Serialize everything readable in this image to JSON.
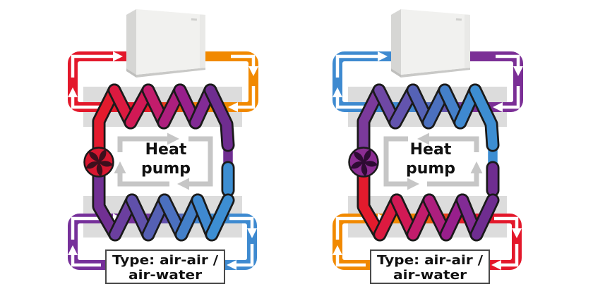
{
  "panels": [
    {
      "id": "heating-mode",
      "heat_pump_label": [
        "Heat",
        "pump"
      ],
      "type_label": [
        "Type: air-air /",
        "air-water"
      ],
      "cycle_direction": "clockwise",
      "colors": {
        "top_loop": [
          "#e3182b",
          "#f18900"
        ],
        "bottom_loop": [
          "#76309a",
          "#3e8ad0"
        ],
        "top_coil": [
          "#e31b2d",
          "#dc1a40",
          "#d11955",
          "#c21c6c",
          "#ad1f7e",
          "#981f8c",
          "#822b95",
          "#6f2d90"
        ],
        "bottom_coil": [
          "#713093",
          "#6b3f9f",
          "#6050aa",
          "#5560b4",
          "#4b70bf",
          "#4480c9",
          "#3f89d0",
          "#3d8ed2"
        ],
        "compressor": "#d81730",
        "compressor_blades": "#3d0f1c"
      }
    },
    {
      "id": "cooling-mode",
      "heat_pump_label": [
        "Heat",
        "pump"
      ],
      "type_label": [
        "Type: air-air /",
        "air-water"
      ],
      "cycle_direction": "counterclockwise",
      "colors": {
        "top_loop": [
          "#3e8ad0",
          "#7b2f96"
        ],
        "bottom_loop": [
          "#f18900",
          "#e3182b"
        ],
        "top_coil": [
          "#7b3a9b",
          "#6f48a5",
          "#6354ae",
          "#5562b6",
          "#4b70bf",
          "#4480c9",
          "#3f89d0",
          "#3d8ed2"
        ],
        "bottom_coil": [
          "#e31b2d",
          "#dc1a40",
          "#d11955",
          "#c21c6c",
          "#ad1f7e",
          "#981f8c",
          "#822b95",
          "#6f2d90"
        ],
        "compressor": "#8c2d93",
        "compressor_blades": "#2e0b33"
      }
    }
  ],
  "shared_colors": {
    "arrow_white": "#ffffff",
    "exchanger_bar": "#dcdcdc",
    "cycle_loop_gray": "#c6c6c6",
    "outline_black": "#1a1a1a",
    "label_border": "#4a4a4a",
    "text": "#111111",
    "unit_front": "#f1f1ef",
    "unit_side": "#d6d6d4",
    "unit_shadow": "#c9c9c7"
  }
}
